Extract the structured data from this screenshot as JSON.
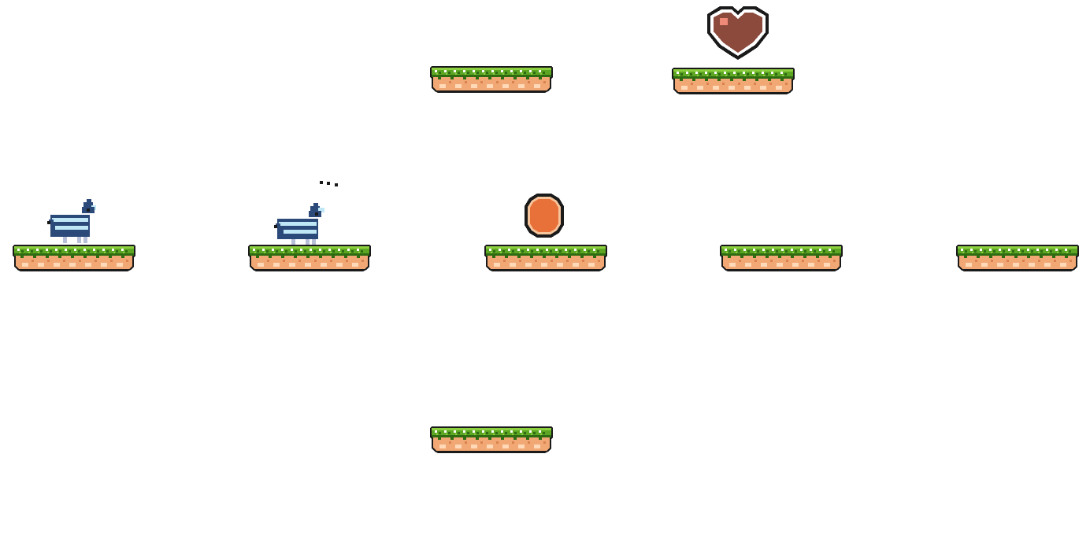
{
  "scene": {
    "background": "#ffffff",
    "platforms": [
      {
        "id": "top-left",
        "kind": "grass-dirt"
      },
      {
        "id": "top-right",
        "kind": "grass-dirt"
      },
      {
        "id": "mid-1",
        "kind": "grass-dirt"
      },
      {
        "id": "mid-2",
        "kind": "grass-dirt"
      },
      {
        "id": "mid-3",
        "kind": "grass-dirt"
      },
      {
        "id": "mid-4",
        "kind": "grass-dirt"
      },
      {
        "id": "mid-5",
        "kind": "grass-dirt"
      },
      {
        "id": "bottom",
        "kind": "grass-dirt"
      }
    ],
    "items": [
      {
        "id": "heart",
        "icon": "heart-icon",
        "color": "#8b4a3c"
      },
      {
        "id": "coin",
        "icon": "coin-icon",
        "color": "#e8713a"
      }
    ],
    "characters": [
      {
        "id": "goat-1",
        "icon": "goat-icon",
        "state": "idle"
      },
      {
        "id": "goat-2",
        "icon": "goat-icon",
        "state": "thinking",
        "thought_text": "..."
      }
    ]
  },
  "colors": {
    "grass_dark": "#2e6b12",
    "grass": "#5da623",
    "grass_light": "#8ccf3f",
    "dirt": "#f1a874",
    "dirt_light": "#ffd9b8",
    "outline": "#1a1a1a",
    "goat_dark": "#2b4a7a",
    "goat_light": "#bfe7f5"
  }
}
